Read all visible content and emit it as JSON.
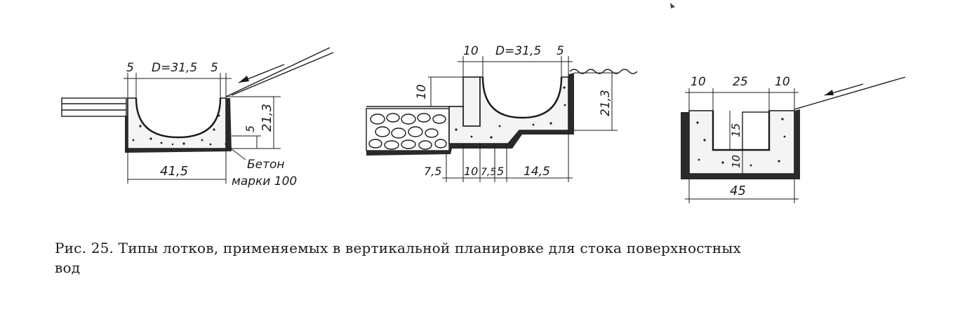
{
  "figure1": {
    "dims": {
      "left": "5",
      "diameter": "D=31,5",
      "right": "5",
      "width": "41,5",
      "height": "21,3",
      "step": "5"
    },
    "note_line1": "Бетон",
    "note_line2": "марки 100"
  },
  "figure2": {
    "dims": {
      "left": "10",
      "diameter": "D=31,5",
      "right": "5",
      "curb": "10",
      "height": "21,3",
      "b1": "7,5",
      "b2": "10",
      "b3": "7,5",
      "b4": "5",
      "b5": "14,5"
    }
  },
  "figure3": {
    "dims": {
      "left": "10",
      "mid": "25",
      "right": "10",
      "depth": "15",
      "bottom": "10",
      "width": "45"
    }
  },
  "caption": {
    "line1": "Рис. 25. Типы лотков, применяемых в вертикальной планировке для стока поверхностных",
    "line2": "вод"
  }
}
